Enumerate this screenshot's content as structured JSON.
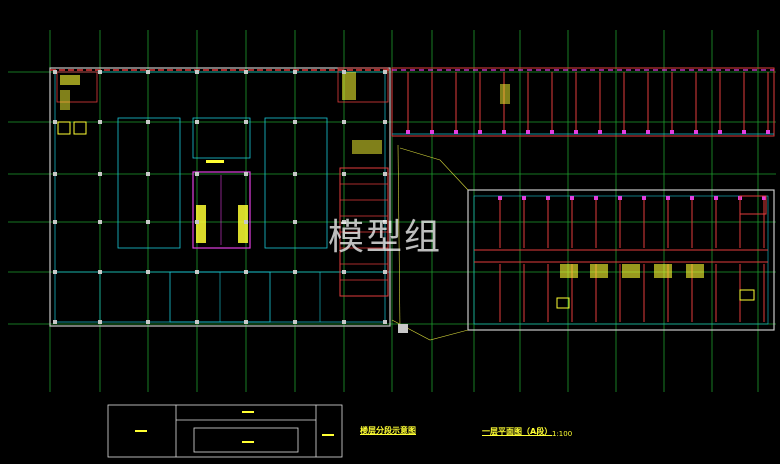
{
  "watermark": "模型组",
  "captions": {
    "segment_diagram": "楼层分段示意图",
    "plan_title": "一层平面图（A段）",
    "scale": "1:100"
  },
  "colors": {
    "background": "#000000",
    "grid": "#1e9e2e",
    "wall": "#e23b3b",
    "column": "#c8c8c8",
    "cyan": "#19c9d8",
    "magenta": "#e13fe1",
    "yellow": "#ffff33",
    "white": "#ffffff"
  }
}
